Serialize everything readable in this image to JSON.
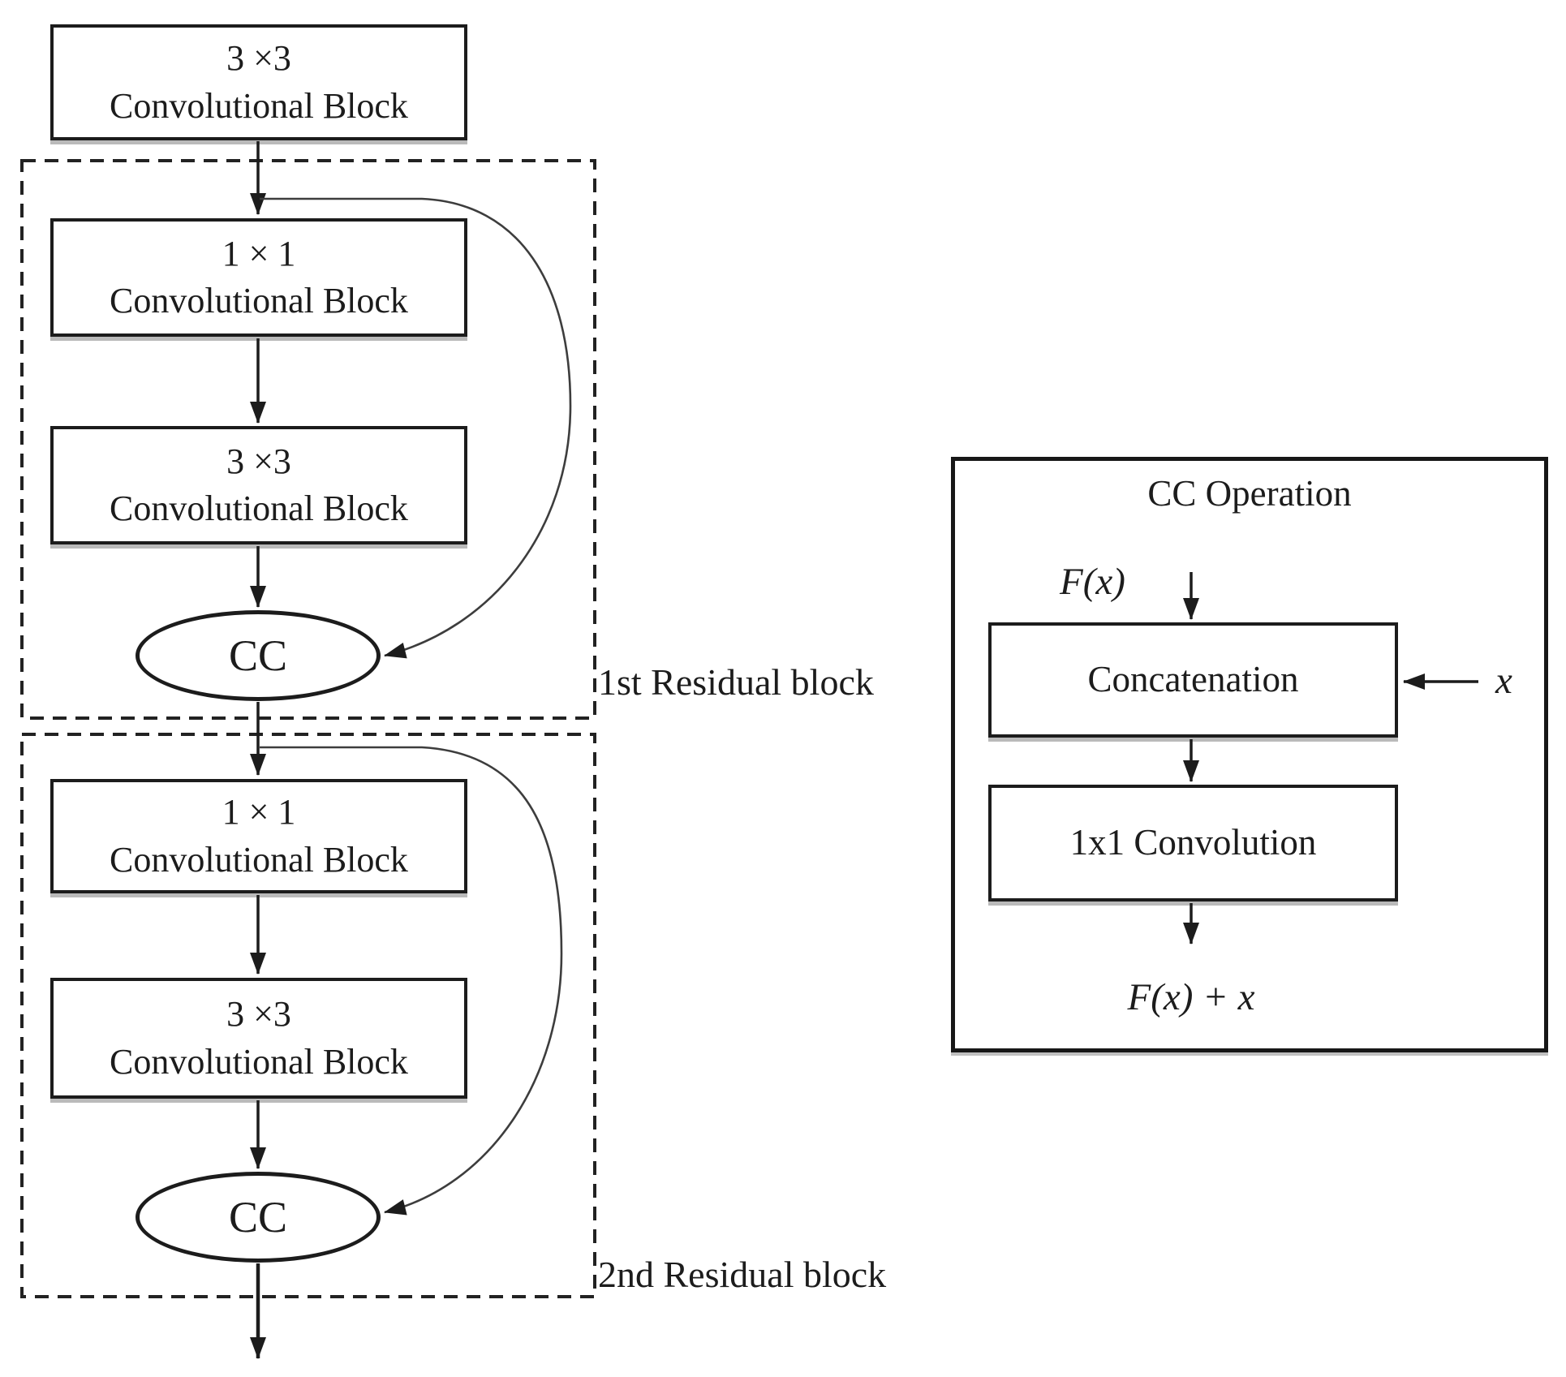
{
  "left_pipeline": {
    "stem_block": {
      "line1": "3 ×3",
      "line2": "Convolutional Block"
    },
    "residual_blocks": [
      {
        "label": "1st Residual block",
        "conv1": {
          "line1": "1 × 1",
          "line2": "Convolutional Block"
        },
        "conv2": {
          "line1": "3 ×3",
          "line2": "Convolutional Block"
        },
        "merge_node": "CC"
      },
      {
        "label": "2nd Residual block",
        "conv1": {
          "line1": "1 × 1",
          "line2": "Convolutional Block"
        },
        "conv2": {
          "line1": "3 ×3",
          "line2": "Convolutional Block"
        },
        "merge_node": "CC"
      }
    ]
  },
  "cc_operation": {
    "title": "CC Operation",
    "input_label": "F(x)",
    "identity_label": "x",
    "concat_block": "Concatenation",
    "conv_block": "1x1 Convolution",
    "output_label": "F(x) + x"
  },
  "colors": {
    "line": "#1c1c1c",
    "skip_curve": "#3d3d3d",
    "background": "#ffffff"
  }
}
